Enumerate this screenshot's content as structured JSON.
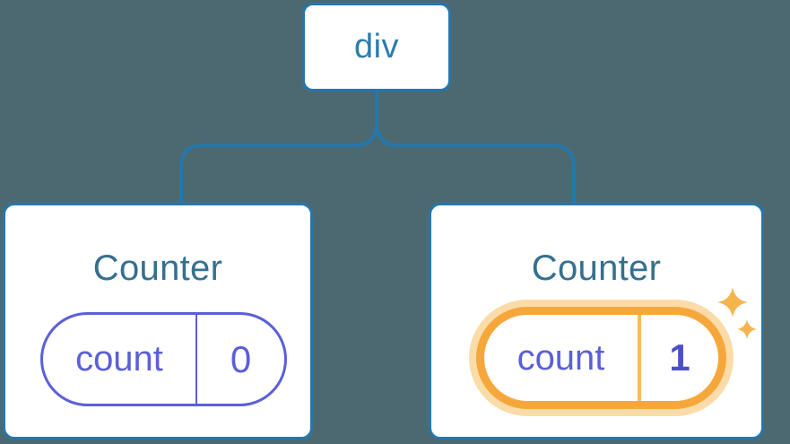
{
  "diagram": {
    "description": "React component tree: a div root with two Counter children; the second Counter's state updated",
    "root_node": {
      "label": "div"
    },
    "cards": [
      {
        "title": "Counter",
        "state_key": "count",
        "state_value": "0",
        "highlighted": false
      },
      {
        "title": "Counter",
        "state_key": "count",
        "state_value": "1",
        "highlighted": true
      }
    ],
    "icons": [
      {
        "name": "sparkles-icon",
        "meaning": "state just updated",
        "color": "#F6B44E"
      }
    ],
    "colors": {
      "background": "#4C6972",
      "card_background": "#FFFFFF",
      "blue_border_and_lines": "#2577AB",
      "root_label_text": "#2C7CAD",
      "card_title_text": "#35708E",
      "state_purple": "#5B5FD8",
      "state_value_bold": "#4B50C8",
      "highlight_orange": "#F6A73C",
      "highlight_orange_light": "#FBDCA9",
      "highlight_divider": "#F8BA60",
      "sparkle": "#F6B44E"
    }
  }
}
